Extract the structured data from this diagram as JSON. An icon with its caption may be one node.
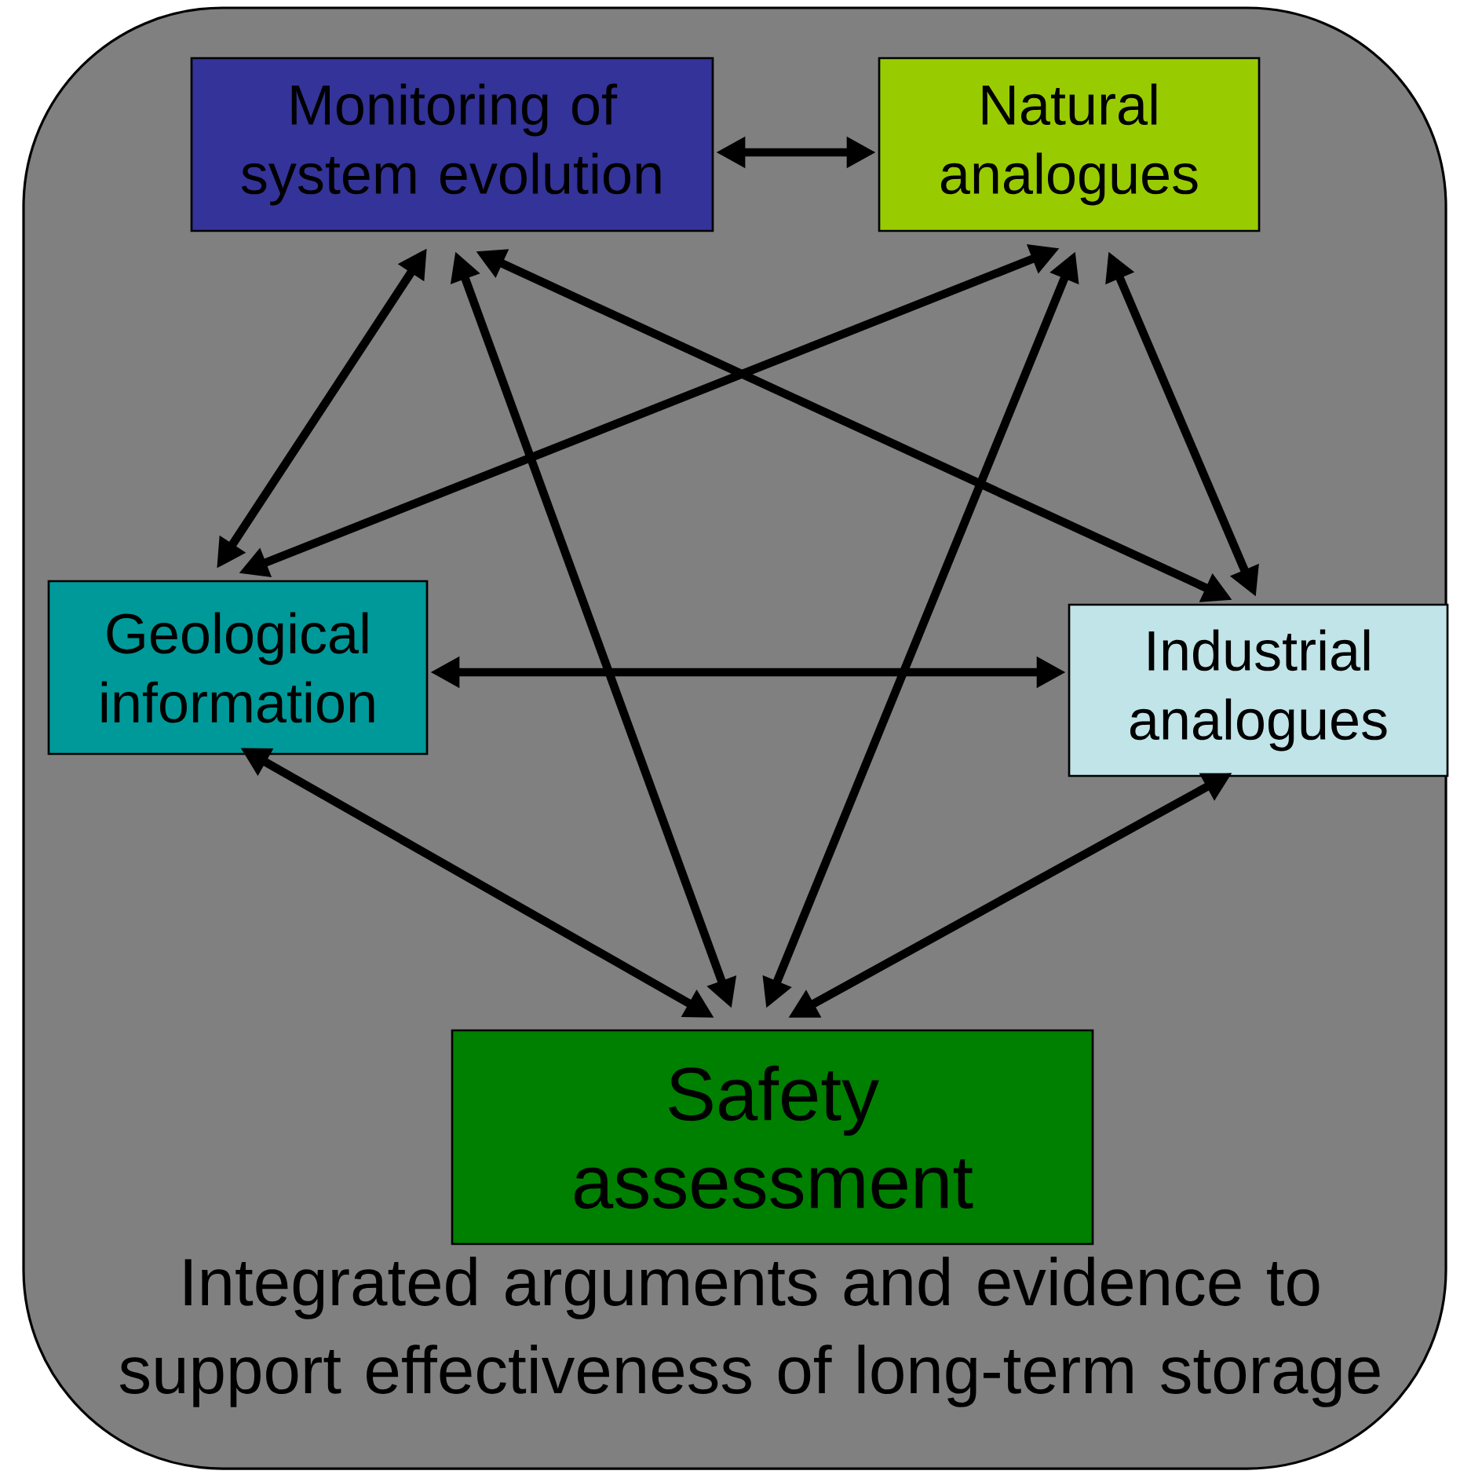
{
  "diagram": {
    "nodes": [
      {
        "text": [
          "Integrated arguments and evidence to support effectiveness of long-term storage"
        ]
      },
      {
        "text": [
          "Monitoring of system evolution"
        ],
        "in": 0
      },
      {
        "text": [
          "Natural analogues"
        ],
        "in": 0
      },
      {
        "text": [
          "Geological information"
        ],
        "in": 0
      },
      {
        "text": [
          "Industrial analogues"
        ],
        "in": 0
      },
      {
        "text": [
          "Safety assessment"
        ],
        "in": 0
      }
    ],
    "edges": [
      {
        "from": 1,
        "to": 2,
        "arrow": "both"
      },
      {
        "from": 1,
        "to": 3,
        "arrow": "both"
      },
      {
        "from": 1,
        "to": 5,
        "arrow": "both"
      },
      {
        "from": 1,
        "to": 4,
        "arrow": "both"
      },
      {
        "from": 2,
        "to": 3,
        "arrow": "both"
      },
      {
        "from": 2,
        "to": 5,
        "arrow": "both"
      },
      {
        "from": 2,
        "to": 4,
        "arrow": "both"
      },
      {
        "from": 3,
        "to": 4,
        "arrow": "both"
      },
      {
        "from": 3,
        "to": 5,
        "arrow": "both"
      },
      {
        "from": 4,
        "to": 5,
        "arrow": "both"
      }
    ]
  }
}
